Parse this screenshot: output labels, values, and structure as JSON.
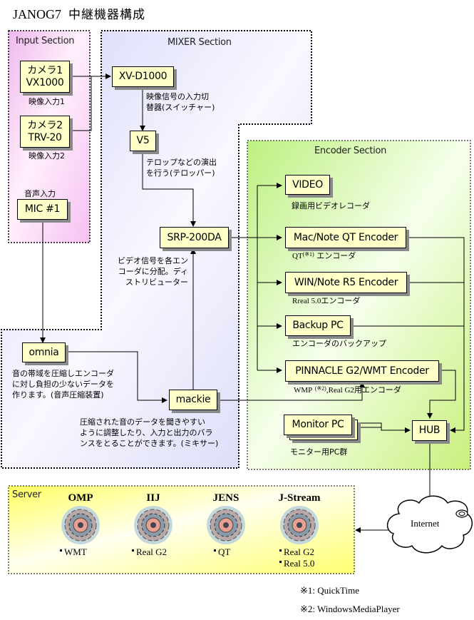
{
  "title": {
    "main": "JANOG7",
    "sub": "中継機器構成"
  },
  "sections": {
    "input": "Input Section",
    "mixer": "MIXER Section",
    "encoder": "Encoder Section",
    "server": "Server"
  },
  "colors": {
    "input_bg": "#f6c8f2",
    "mixer_bg": "#dcdcfa",
    "encoder_bg": "#c8f08c",
    "server_bg": "#ffff78",
    "box_fill": "#ffffc8",
    "box_shadow": "#8a8a8a"
  },
  "devices": {
    "camera1": {
      "line1": "カメラ1",
      "line2": "VX1000",
      "note": "映像入力1"
    },
    "camera2": {
      "line1": "カメラ2",
      "line2": "TRV-20",
      "note": "映像入力2"
    },
    "mic": {
      "label": "MIC #1",
      "note": "音声入力"
    },
    "xvd1000": {
      "label": "XV-D1000",
      "note1": "映像信号の入力切",
      "note2": "替器(スイッチャー)"
    },
    "v5": {
      "label": "V5",
      "note1": "テロップなどの演出",
      "note2": "を行う(テロッパー)"
    },
    "srp200da": {
      "label": "SRP-200DA",
      "note1": "ビデオ信号を各エン",
      "note2": "コーダに分配。ディ",
      "note3": "ストリビューター"
    },
    "omnia": {
      "label": "omnia",
      "note1": "音の帯域を圧縮しエンコーダ",
      "note2": "に対し負担の少ないデータを",
      "note3": "作ります。(音声圧縮装置)"
    },
    "mackie": {
      "label": "mackie",
      "note1": "圧縮された音のデータを聞きやすい",
      "note2": "ように調整したり、入力と出力のバラ",
      "note3": "ンスをとることができます。(ミキサー)"
    },
    "video": {
      "label": "VIDEO",
      "note": "録画用ビデオレコーダ"
    },
    "mac_qt": {
      "label": "Mac/Note QT Encoder",
      "note_a": "QT",
      "note_sup": "(※1)",
      "note_b": "エンコーダ"
    },
    "win_r5": {
      "label": "WIN/Note R5 Encoder",
      "note": "Rreal  5.0エンコーダ"
    },
    "backup": {
      "label": "Backup PC",
      "note": "エンコーダのバックアップ"
    },
    "pinnacle": {
      "label": "PINNACLE G2/WMT Encoder",
      "note_a": "WMP",
      "note_sup": "(※2)",
      "note_b": ",Real G2用エンコーダ"
    },
    "monitor": {
      "label": "Monitor PC",
      "note": "モニター用PC群"
    },
    "hub": {
      "label": "HUB"
    },
    "internet": {
      "label": "Internet"
    }
  },
  "servers": [
    {
      "name": "OMP",
      "protocols": [
        "WMT"
      ]
    },
    {
      "name": "IIJ",
      "protocols": [
        "Real G2"
      ]
    },
    {
      "name": "JENS",
      "protocols": [
        "QT"
      ]
    },
    {
      "name": "J-Stream",
      "protocols": [
        "Real G2",
        "Real 5.0"
      ]
    }
  ],
  "footnotes": [
    "※1: QuickTime",
    "※2: WindowsMediaPlayer"
  ],
  "icons": {
    "server": "server-disc-icon",
    "cloud": "cloud-icon"
  }
}
